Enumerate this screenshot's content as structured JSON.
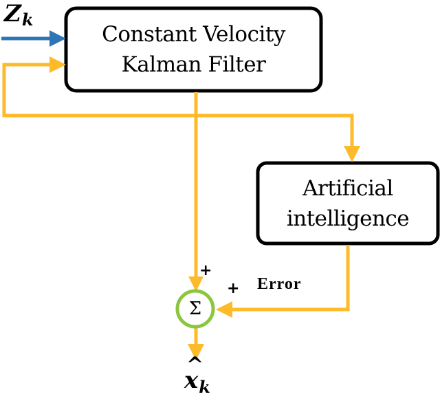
{
  "colors": {
    "signal": "#FDBB2C",
    "input_arrow": "#2E75B6",
    "summer_ring": "#8CC63F",
    "box_border": "#000000"
  },
  "kalman_box": {
    "line1": "Constant Velocity",
    "line2": "Kalman Filter"
  },
  "ai_box": {
    "line1": "Artificial",
    "line2": "intelligence"
  },
  "input": {
    "symbol": "Z",
    "subscript": "k"
  },
  "output": {
    "symbol": "x",
    "hat": "^",
    "subscript": "k"
  },
  "summer": {
    "symbol": "Σ",
    "sign_top": "+",
    "sign_right": "+"
  },
  "error_label": "Error"
}
